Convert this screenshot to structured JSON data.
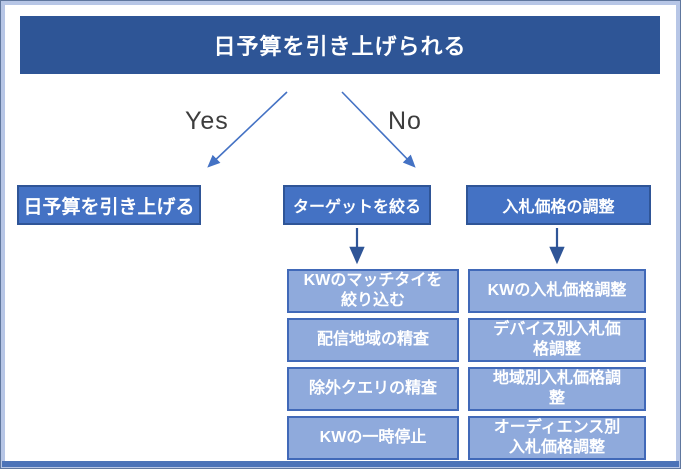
{
  "diagram": {
    "title_node": "日予算を引き上げられる",
    "branches": {
      "yes_label": "Yes",
      "no_label": "No"
    },
    "level2": [
      {
        "label": "日予算を引き上げる"
      },
      {
        "label": "ターゲットを絞る"
      },
      {
        "label": "入札価格の調整"
      }
    ],
    "target_actions": [
      "KWのマッチタイを\n絞り込む",
      "配信地域の精査",
      "除外クエリの精査",
      "KWの一時停止"
    ],
    "bid_actions": [
      "KWの入札価格調整",
      "デバイス別入札価\n格調整",
      "地域別入札価格調\n整",
      "オーディエンス別\n入札価格調整"
    ],
    "colors": {
      "root_fill": "#2e5596",
      "level2_fill": "#4472c4",
      "level2_border": "#2f5597",
      "leaf_fill": "#8faadc",
      "leaf_border": "#4169b8",
      "diagonal_arrow": "#4472c4",
      "vertical_arrow": "#2f5597",
      "frame_inner": "#b7c6e6",
      "frame_outer": "#60779e",
      "bottom_bar": "#4c73b8",
      "branch_label_text": "#3d3d3d",
      "node_text": "#ffffff"
    }
  }
}
